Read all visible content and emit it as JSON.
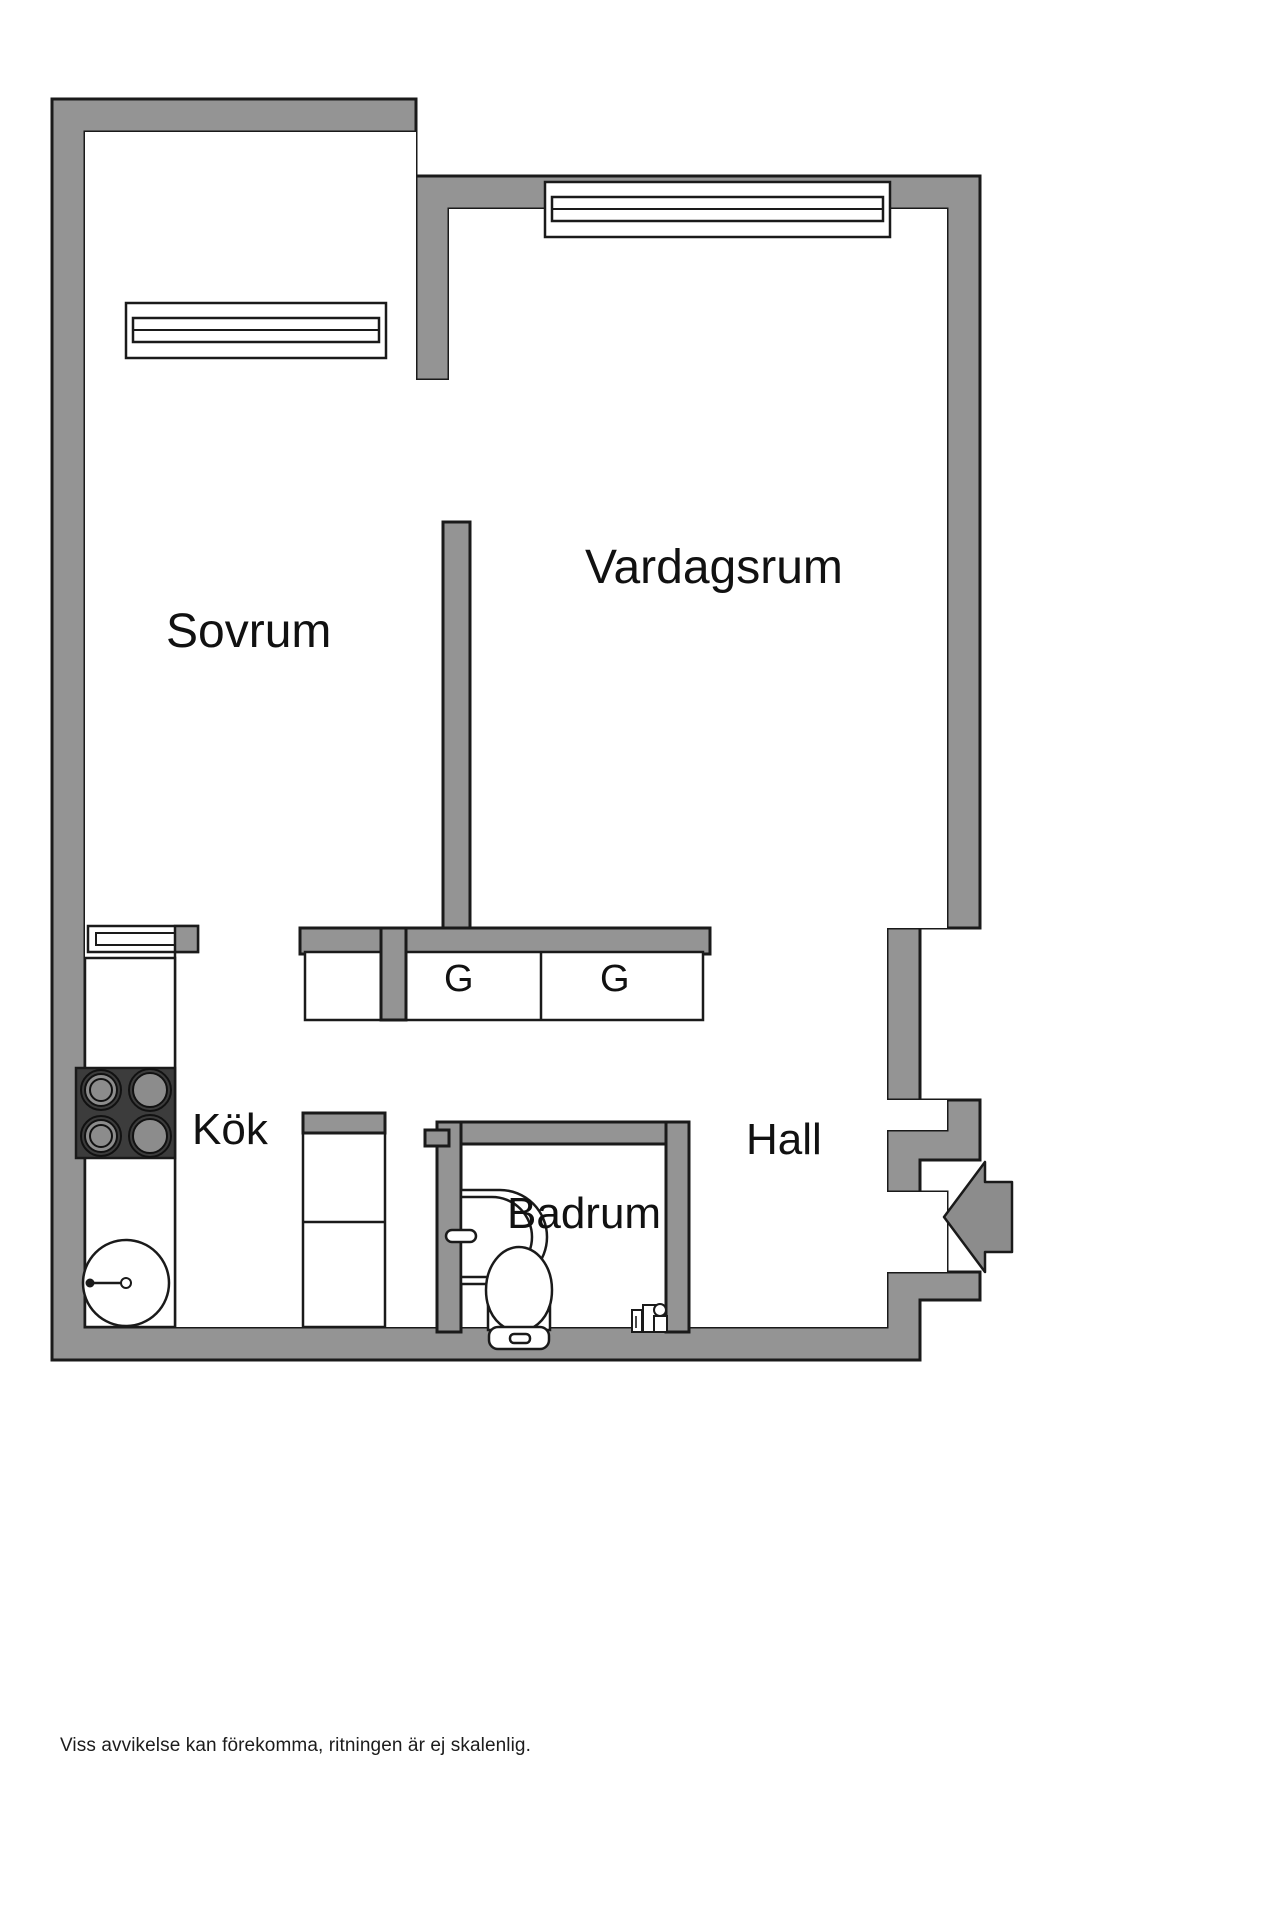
{
  "document": {
    "type": "floor-plan",
    "language": "sv",
    "footer_note": "Viss avvikelse kan förekomma, ritningen är ej skalenlig."
  },
  "colors": {
    "wall_fill": "#949494",
    "wall_stroke": "#1a1a1a",
    "floor_fill": "#ffffff",
    "stove_fill": "#3c3c3c",
    "stove_burner": "#8c8c8c",
    "arrow_fill": "#8c8c8c",
    "text": "#111111",
    "background": "#ffffff"
  },
  "rooms": [
    {
      "id": "vardagsrum",
      "label": "Vardagsrum"
    },
    {
      "id": "sovrum",
      "label": "Sovrum"
    },
    {
      "id": "kok",
      "label": "Kök"
    },
    {
      "id": "badrum",
      "label": "Badrum"
    },
    {
      "id": "hall",
      "label": "Hall"
    }
  ],
  "closets": [
    {
      "id": "garderob-1",
      "label": "G"
    },
    {
      "id": "garderob-2",
      "label": "G"
    }
  ],
  "fixtures": [
    {
      "id": "stove",
      "name": "stove-icon",
      "room": "kok",
      "burners": 4
    },
    {
      "id": "sink",
      "name": "kitchen-sink-icon",
      "room": "kok"
    },
    {
      "id": "washbasin",
      "name": "washbasin-icon",
      "room": "badrum"
    },
    {
      "id": "toilet",
      "name": "toilet-icon",
      "room": "badrum"
    },
    {
      "id": "washing-machine",
      "name": "washing-machine-icon",
      "room": "badrum"
    }
  ],
  "openings": [
    {
      "id": "window-sovrum-north",
      "name": "window-icon",
      "room": "sovrum"
    },
    {
      "id": "window-vardagsrum-north",
      "name": "window-icon",
      "room": "vardagsrum"
    },
    {
      "id": "window-kok-west",
      "name": "window-icon",
      "room": "kok"
    },
    {
      "id": "entry-door",
      "name": "entrance-arrow-icon",
      "room": "hall"
    }
  ],
  "balcony": {
    "id": "balcony",
    "name": "balcony-outline"
  }
}
